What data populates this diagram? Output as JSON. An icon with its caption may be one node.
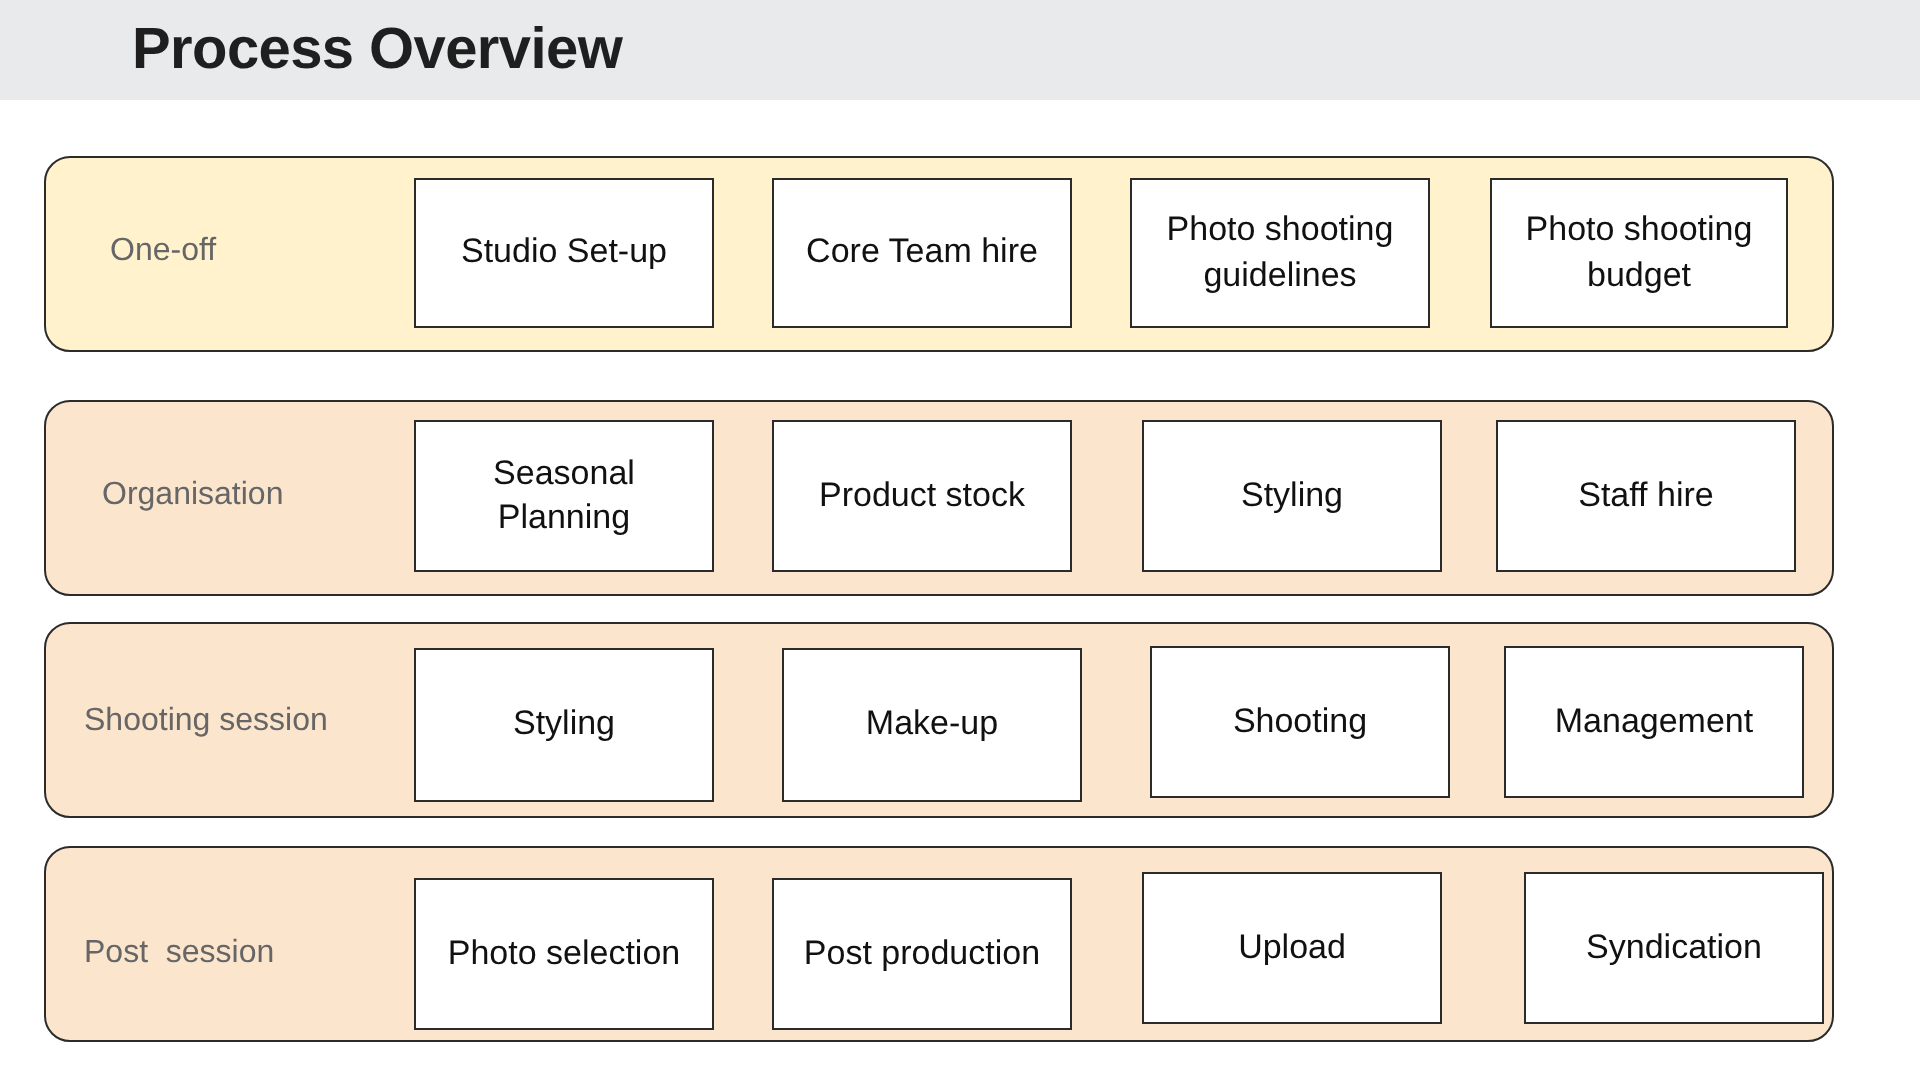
{
  "diagram": {
    "title": "Process Overview",
    "nodes": [
      {
        "text": [
          "One-off"
        ]
      },
      {
        "text": [
          "Studio Set-up"
        ],
        "in": 0
      },
      {
        "text": [
          "Core Team hire"
        ],
        "in": 0
      },
      {
        "text": [
          "Photo shooting guidelines"
        ],
        "in": 0
      },
      {
        "text": [
          "Photo shooting budget"
        ],
        "in": 0
      },
      {
        "text": [
          "Organisation"
        ]
      },
      {
        "text": [
          "Seasonal Planning"
        ],
        "in": 5
      },
      {
        "text": [
          "Product stock"
        ],
        "in": 5
      },
      {
        "text": [
          "Styling"
        ],
        "in": 5
      },
      {
        "text": [
          "Staff hire"
        ],
        "in": 5
      },
      {
        "text": [
          "Shooting session"
        ]
      },
      {
        "text": [
          "Styling"
        ],
        "in": 10
      },
      {
        "text": [
          "Make-up"
        ],
        "in": 10
      },
      {
        "text": [
          "Shooting"
        ],
        "in": 10
      },
      {
        "text": [
          "Management"
        ],
        "in": 10
      },
      {
        "text": [
          "Post  session"
        ]
      },
      {
        "text": [
          "Photo selection"
        ],
        "in": 15
      },
      {
        "text": [
          "Post production"
        ],
        "in": 15
      },
      {
        "text": [
          "Upload"
        ],
        "in": 15
      },
      {
        "text": [
          "Syndication"
        ],
        "in": 15
      }
    ],
    "edges": []
  }
}
